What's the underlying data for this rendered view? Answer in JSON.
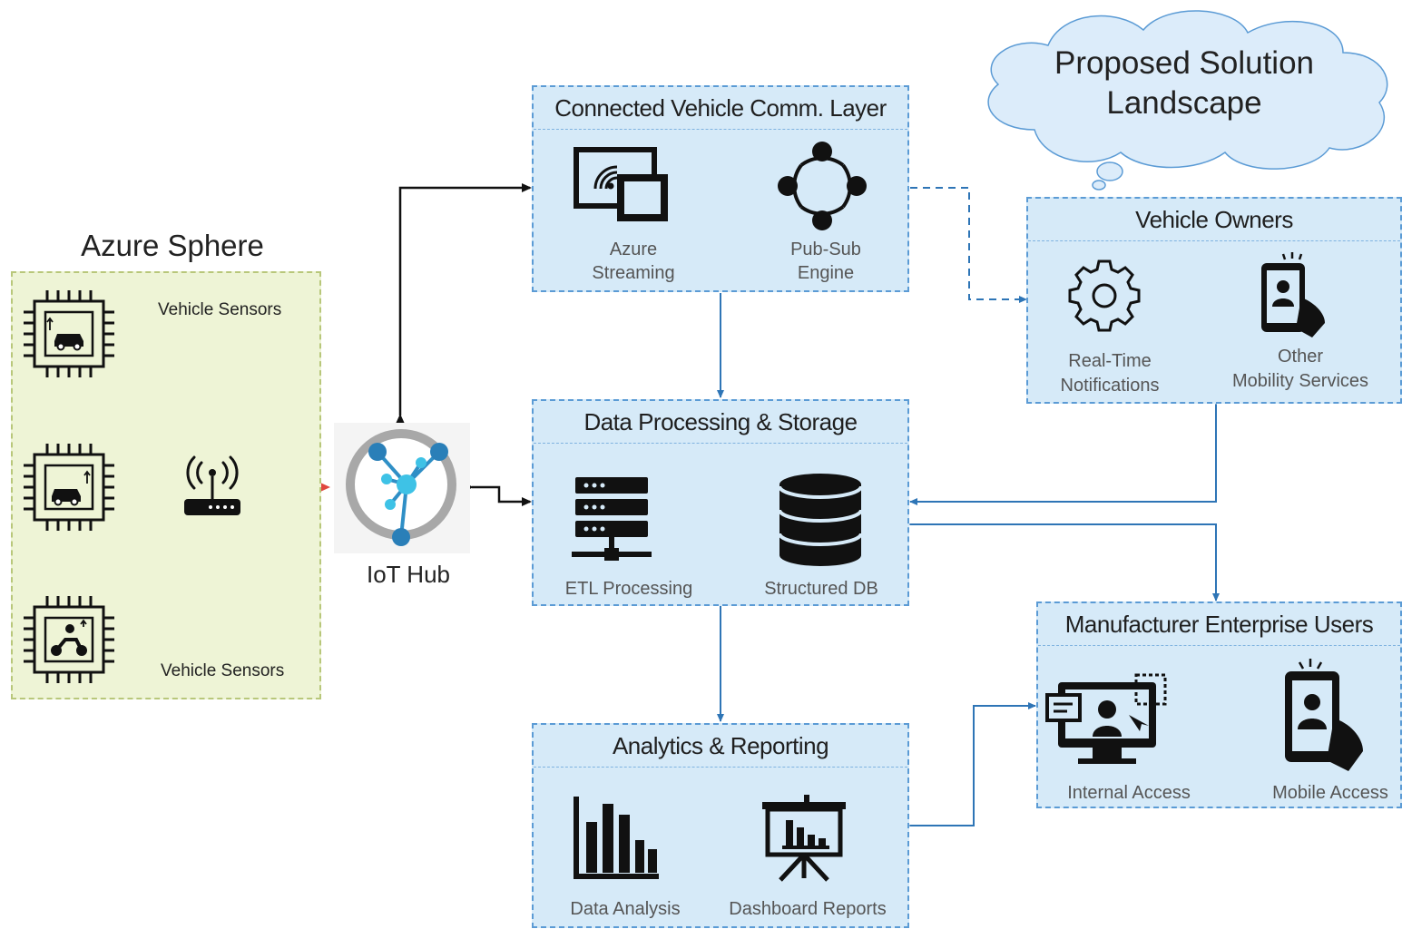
{
  "title": {
    "line1": "Proposed Solution",
    "line2": "Landscape"
  },
  "azure_sphere": {
    "title": "Azure Sphere",
    "sensors_top_label": "Vehicle Sensors",
    "sensors_bottom_label": "Vehicle Sensors"
  },
  "iot_hub": {
    "label": "IoT Hub"
  },
  "comm_layer": {
    "title": "Connected Vehicle Comm. Layer",
    "item1": {
      "line1": "Azure",
      "line2": "Streaming",
      "icon": "azure-streaming-icon"
    },
    "item2": {
      "line1": "Pub-Sub",
      "line2": "Engine",
      "icon": "pub-sub-engine-icon"
    }
  },
  "data_processing": {
    "title": "Data Processing & Storage",
    "item1": {
      "label": "ETL Processing",
      "icon": "server-icon"
    },
    "item2": {
      "label": "Structured DB",
      "icon": "database-icon"
    }
  },
  "analytics": {
    "title": "Analytics & Reporting",
    "item1": {
      "label": "Data Analysis",
      "icon": "bar-chart-icon"
    },
    "item2": {
      "label": "Dashboard Reports",
      "icon": "presentation-board-icon"
    }
  },
  "vehicle_owners": {
    "title": "Vehicle Owners",
    "item1": {
      "line1": "Real-Time",
      "line2": "Notifications",
      "icon": "gear-icon"
    },
    "item2": {
      "line1": "Other",
      "line2": "Mobility Services",
      "icon": "mobile-user-icon"
    }
  },
  "manufacturer": {
    "title": "Manufacturer Enterprise Users",
    "item1": {
      "label": "Internal Access",
      "icon": "desktop-user-icon"
    },
    "item2": {
      "label": "Mobile Access",
      "icon": "mobile-user-icon"
    }
  },
  "colors": {
    "panel_fill": "#d6eaf8",
    "panel_border": "#5b9bd5",
    "sphere_fill": "#eef4d6",
    "sphere_border": "#b8c77a",
    "arrow_blue": "#2e75b6",
    "arrow_red": "#e0473f",
    "arrow_black": "#111111"
  }
}
